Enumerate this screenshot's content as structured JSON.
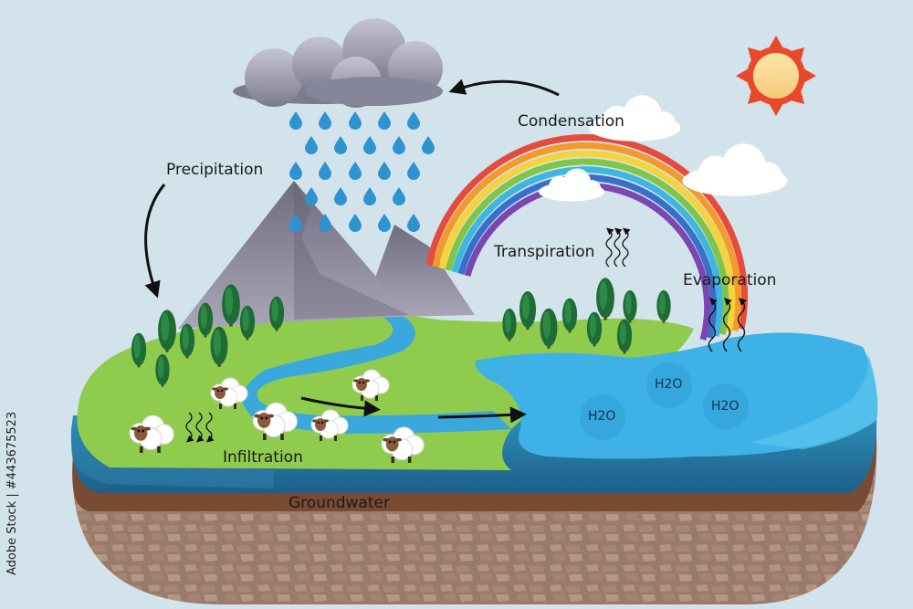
{
  "labels": {
    "condensation": "Condensation",
    "precipitation": "Precipitation",
    "transpiration": "Transpiration",
    "evaporation": "Evaporation",
    "infiltration": "Infiltration",
    "groundwater": "Groundwater"
  },
  "water_molecules": [
    "H2O",
    "H2O",
    "H2O"
  ],
  "watermark_text": "Adobe Stock | #443675523",
  "colors": {
    "background": "#d3e3ec",
    "grass": "#8fcc4e",
    "water": "#3eb2e6",
    "soil": "#7a4b33",
    "mountain": "#8a8898",
    "cloud_dark": "#8f8fa0",
    "sun": "#e9492a",
    "raindrop": "#2f93d1"
  },
  "icons": [
    "sun-icon",
    "cloud-icon",
    "raindrop-icon",
    "tree-icon",
    "sheep-icon",
    "rainbow-icon",
    "wavy-arrow-icon"
  ]
}
